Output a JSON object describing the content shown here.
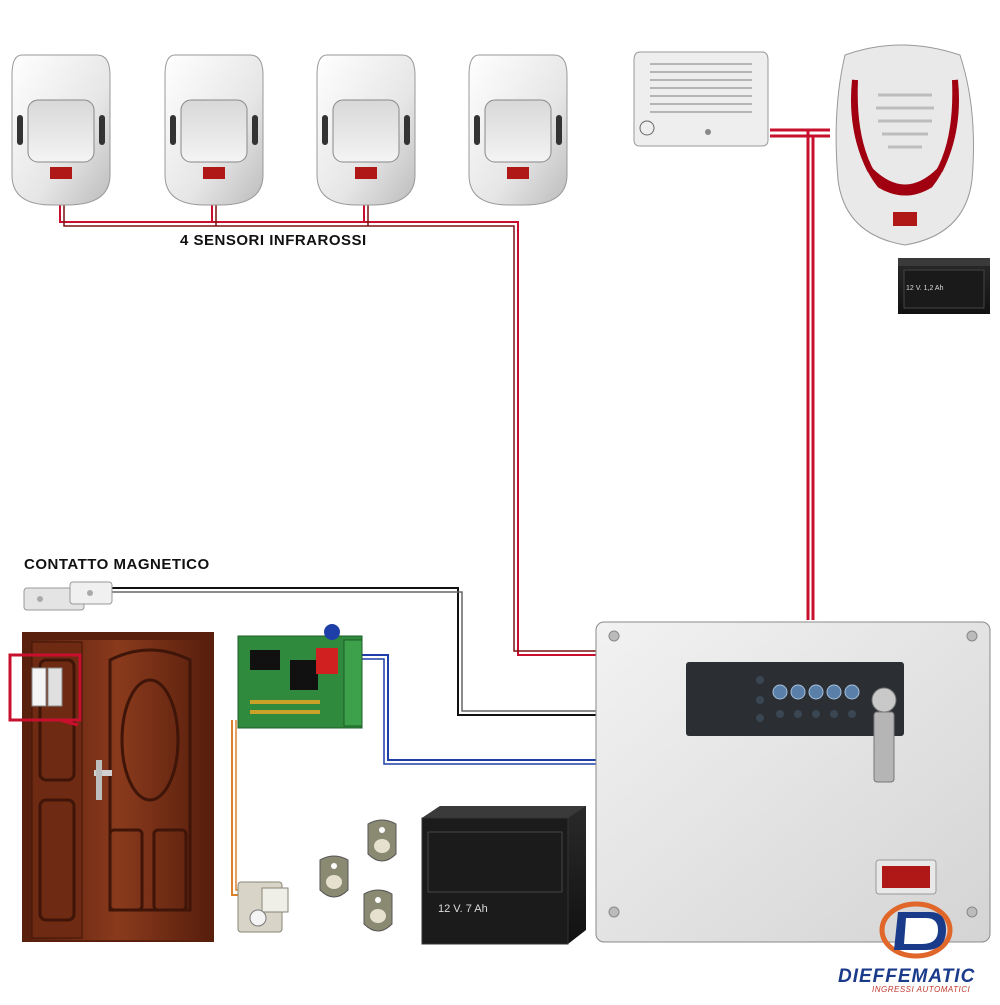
{
  "labels": {
    "sensors": "4 SENSORI INFRAROSSI",
    "magnetic_contact": "CONTATTO MAGNETICO",
    "battery_large": "12 V. 7 Ah",
    "battery_small": "12 V. 1,2 Ah"
  },
  "brand": {
    "logo_text": "DIEFFEMATIC",
    "tagline": "INGRESSI AUTOMATICI",
    "primary_color": "#1a3a8a",
    "accent_color": "#e0662a"
  },
  "colors": {
    "wire_red": "#c8102e",
    "wire_black": "#111111",
    "wire_blue": "#1f3fa8",
    "wire_orange": "#d9822b",
    "siren_light": "#e8101a",
    "door_wood": "#6b2a14"
  }
}
